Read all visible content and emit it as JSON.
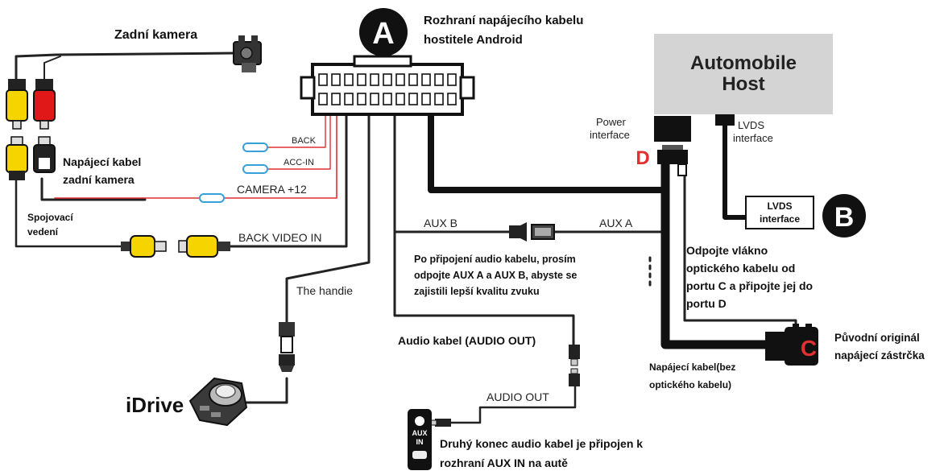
{
  "badges": {
    "a": "A",
    "b": "B",
    "c": "C",
    "d": "D"
  },
  "host": {
    "title_line1": "Automobile",
    "title_line2": "Host"
  },
  "android_interface": {
    "line1": "Rozhraní napájecího kabelu",
    "line2": "hostitele Android"
  },
  "rear_camera": {
    "title": "Zadní kamera",
    "power_line1": "Napájecí kabel",
    "power_line2": "zadní kamera",
    "link_line1": "Spojovací",
    "link_line2": "vedení"
  },
  "wires": {
    "back": "BACK",
    "acc_in": "ACC-IN",
    "camera_12": "CAMERA +12",
    "back_video_in": "BACK VIDEO IN",
    "aux_b": "AUX B",
    "aux_a": "AUX A",
    "handle": "The handie",
    "audio_out": "AUDIO OUT"
  },
  "ports": {
    "power_line1": "Power",
    "power_line2": "interface",
    "lvds_line1": "LVDS",
    "lvds_line2": "interface",
    "lvds_box_line1": "LVDS",
    "lvds_box_line2": "interface"
  },
  "notes": {
    "aux_line1": "Po připojení audio kabelu, prosím",
    "aux_line2": "odpojte AUX A a AUX B, abyste se",
    "aux_line3": "zajistili lepší kvalitu zvuku",
    "fiber_line1": "Odpojte vlákno",
    "fiber_line2": "optického kabelu od",
    "fiber_line3": "portu C a připojte jej do",
    "fiber_line4": "portu D",
    "orig_line1": "Původní originál",
    "orig_line2": "napájecí zástrčka",
    "power_cable_line1": "Napájecí kabel(bez",
    "power_cable_line2": "optického kabelu)",
    "audio_cable": "Audio kabel (AUDIO OUT)",
    "aux_in_line1": "Druhý konec audio kabel je připojen k",
    "aux_in_line2": "rozhraní AUX IN na autě"
  },
  "idrive": {
    "label": "iDrive"
  },
  "aux_plate": {
    "line1": "AUX",
    "line2": "IN"
  }
}
